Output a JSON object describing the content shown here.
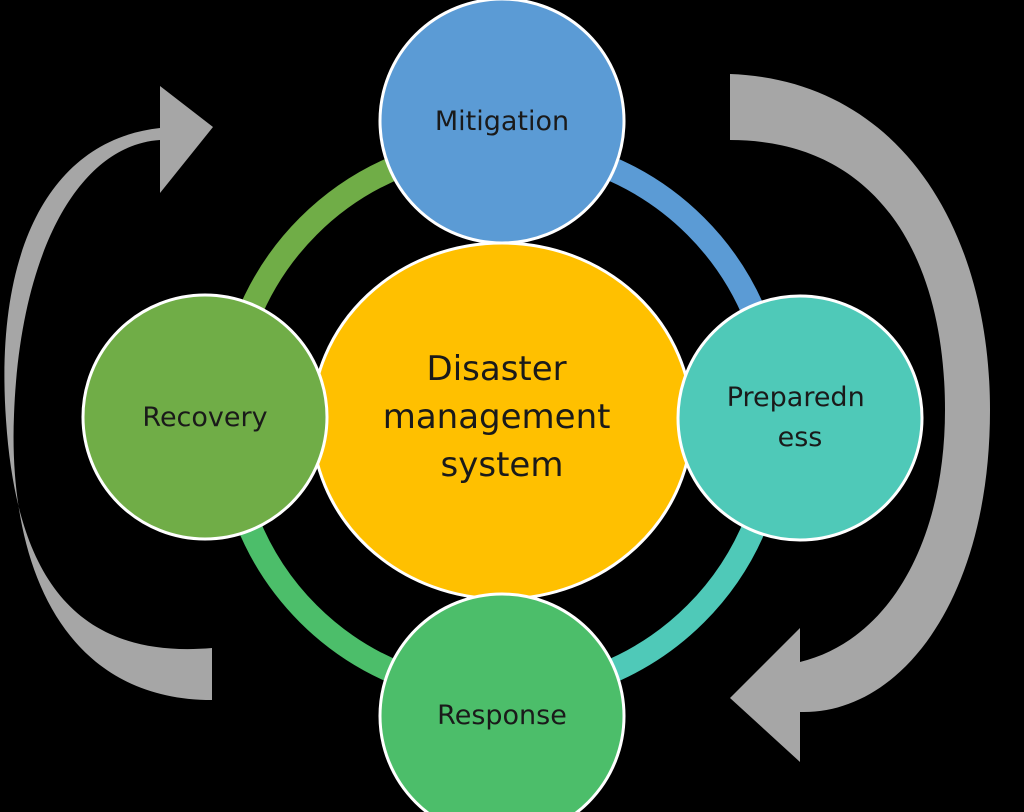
{
  "diagram": {
    "center": {
      "lines": [
        "Disaster",
        "management",
        "system"
      ],
      "color": "#FFC000"
    },
    "nodes": {
      "mitigation": {
        "lines": [
          "Mitigation"
        ],
        "color": "#5B9BD5"
      },
      "preparedness": {
        "lines": [
          "Preparedn",
          "ess"
        ],
        "color": "#4FC9B8"
      },
      "response": {
        "lines": [
          "Response"
        ],
        "color": "#4CBE6A"
      },
      "recovery": {
        "lines": [
          "Recovery"
        ],
        "color": "#70AD47"
      }
    },
    "ring_colors": {
      "mitigation_to_preparedness": "#5B9BD5",
      "preparedness_to_response": "#4FC9B8",
      "response_to_recovery": "#4CBE6A",
      "recovery_to_mitigation": "#70AD47"
    },
    "arrow_color": "#A6A6A6",
    "outline_color": "#FFFFFF",
    "background": "#000000"
  }
}
